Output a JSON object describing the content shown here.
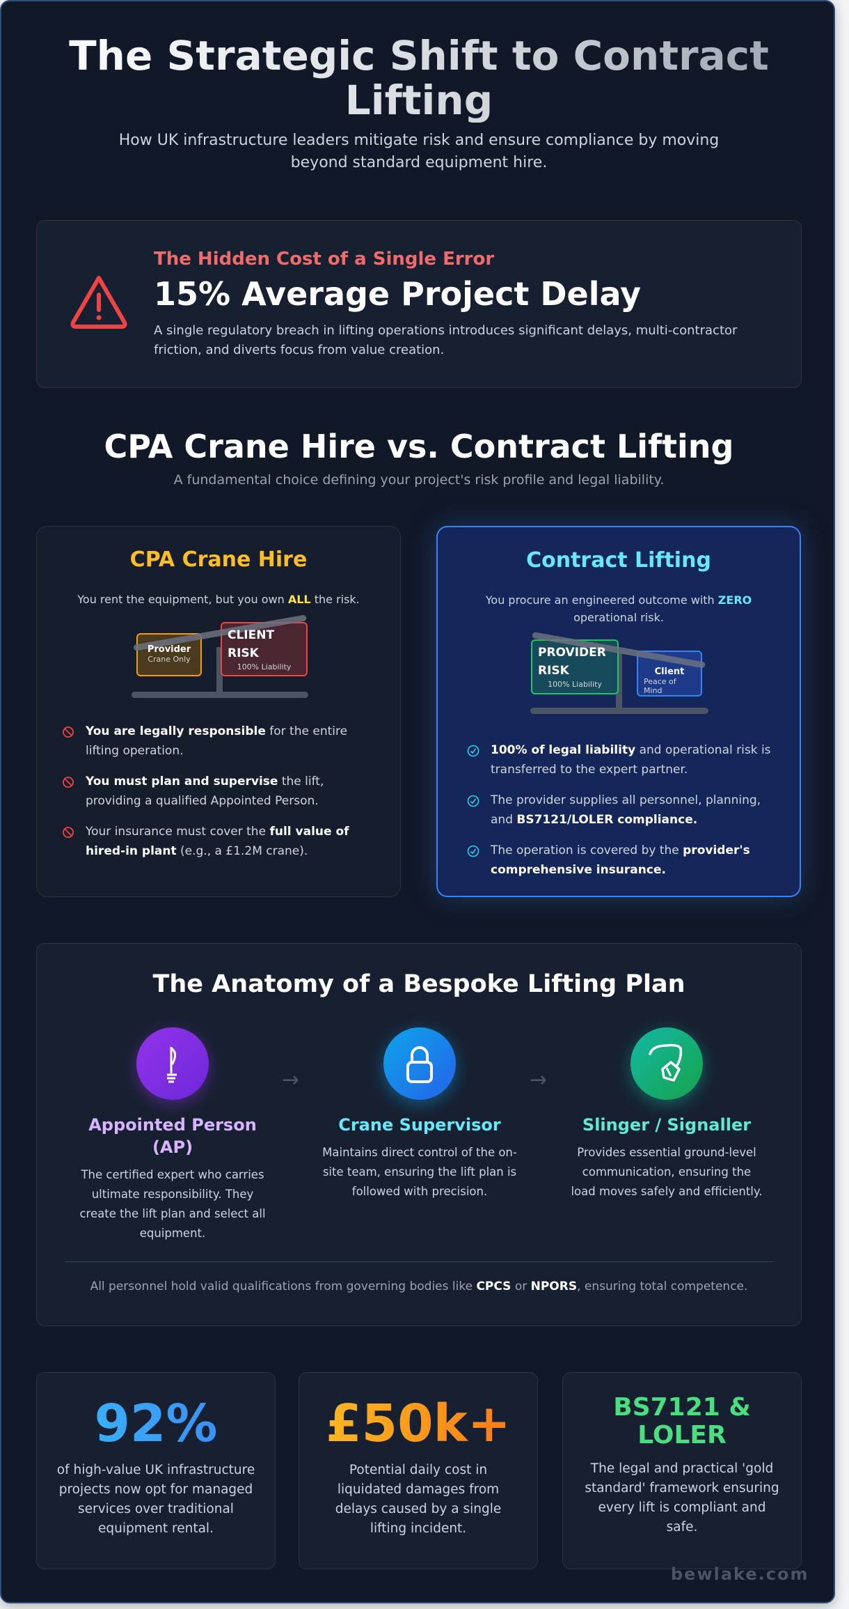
{
  "header": {
    "title": "The Strategic Shift to Contract Lifting",
    "subtitle": "How UK infrastructure leaders mitigate risk and ensure compliance by moving beyond standard equipment hire."
  },
  "alert": {
    "icon": "warning-triangle-icon",
    "kicker": "The Hidden Cost of a Single Error",
    "title": "15% Average Project Delay",
    "description": "A single regulatory breach in lifting operations introduces significant delays, multi-contractor friction, and diverts focus from value creation."
  },
  "comparison": {
    "title": "CPA Crane Hire vs. Contract Lifting",
    "subtitle": "A fundamental choice defining your project's risk profile and legal liability.",
    "cpa": {
      "title": "CPA Crane Hire",
      "sub_pre": "You rent the equipment, but you own ",
      "sub_em": "ALL",
      "sub_post": " the risk.",
      "scale": {
        "light_label": "Provider",
        "light_sub": "Crane Only",
        "heavy_label": "CLIENT RISK",
        "heavy_sub": "100% Liability"
      },
      "items": [
        {
          "bold": "You are legally responsible",
          "rest": " for the entire lifting operation.",
          "pre": ""
        },
        {
          "bold": "You must plan and supervise",
          "rest": " the lift, providing a qualified Appointed Person.",
          "pre": ""
        },
        {
          "pre": "Your insurance must cover the ",
          "bold": "full value of hired-in plant",
          "rest": " (e.g., a £1.2M crane)."
        }
      ],
      "icon": "prohibited-icon"
    },
    "contract": {
      "title": "Contract Lifting",
      "sub_pre": "You procure an engineered outcome with ",
      "sub_em": "ZERO",
      "sub_post": " operational risk.",
      "scale": {
        "heavy_label": "PROVIDER RISK",
        "heavy_sub": "100% Liability",
        "light_label": "Client",
        "light_sub": "Peace of Mind"
      },
      "items": [
        {
          "pre": "",
          "bold": "100% of legal liability",
          "rest": " and operational risk is transferred to the expert partner."
        },
        {
          "pre": "The provider supplies all personnel, planning, and ",
          "bold": "BS7121/LOLER compliance.",
          "rest": ""
        },
        {
          "pre": "The operation is covered by the ",
          "bold": "provider's comprehensive insurance.",
          "rest": ""
        }
      ],
      "icon": "check-circle-icon"
    }
  },
  "anatomy": {
    "title": "The Anatomy of a Bespoke Lifting Plan",
    "roles": [
      {
        "icon": "pen-icon",
        "title": "Appointed Person (AP)",
        "description": "The certified expert who carries ultimate responsibility. They create the lift plan and select all equipment.",
        "color": "#d8b4fe"
      },
      {
        "icon": "lock-icon",
        "title": "Crane Supervisor",
        "description": "Maintains direct control of the on-site team, ensuring the lift plan is followed with precision.",
        "color": "#67e8f9"
      },
      {
        "icon": "hook-icon",
        "title": "Slinger / Signaller",
        "description": "Provides essential ground-level communication, ensuring the load moves safely and efficiently.",
        "color": "#5eead4"
      }
    ],
    "arrow": "→",
    "note_pre": "All personnel hold valid qualifications from governing bodies like ",
    "note_b1": "CPCS",
    "note_mid": " or ",
    "note_b2": "NPORS",
    "note_post": ", ensuring total competence."
  },
  "stats": [
    {
      "value": "92%",
      "description": "of high-value UK infrastructure projects now opt for managed services over traditional equipment rental."
    },
    {
      "value": "£50k+",
      "description": "Potential daily cost in liquidated damages from delays caused by a single lifting incident."
    },
    {
      "value": "BS7121 & LOLER",
      "description": "The legal and practical 'gold standard' framework ensuring every lift is compliant and safe."
    }
  ],
  "watermark": "bewlake.com",
  "colors": {
    "background": "#111827",
    "alert": "#ef4444",
    "cpa": "#fbbf24",
    "contract": "#67e8f9",
    "accent_blue": "#3b82f6",
    "green": "#4ade80"
  }
}
